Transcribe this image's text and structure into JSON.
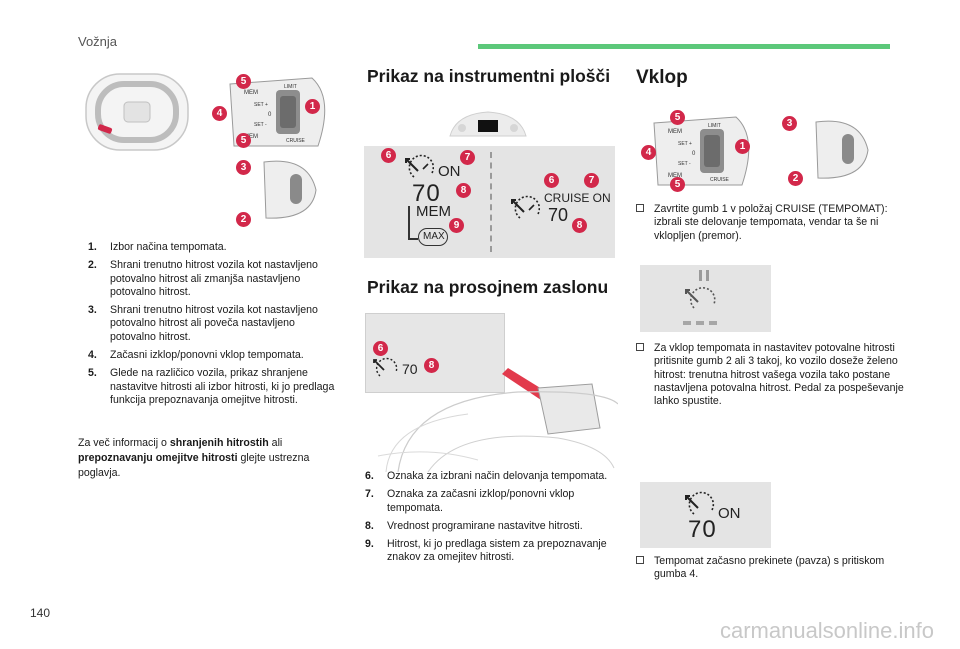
{
  "header": {
    "section": "Vožnja",
    "accent_color": "#5cc87a"
  },
  "page_number": "140",
  "watermark": "carmanualsonline.info",
  "badge_color": "#d2284a",
  "left": {
    "stalk_labels": {
      "mem": "MEM",
      "limit": "LIMIT",
      "set_plus": "SET +",
      "set_minus": "SET -",
      "cruise": "CRUISE",
      "zero": "0"
    },
    "callouts": [
      "5",
      "4",
      "1",
      "5",
      "3",
      "2"
    ],
    "items": [
      {
        "num": "1.",
        "text": "Izbor načina tempomata."
      },
      {
        "num": "2.",
        "text": "Shrani trenutno hitrost vozila kot nastavljeno potovalno hitrost ali zmanjša nastavljeno potovalno hitrost."
      },
      {
        "num": "3.",
        "text": "Shrani trenutno hitrost vozila kot nastavljeno potovalno hitrost ali poveča nastavljeno potovalno hitrost."
      },
      {
        "num": "4.",
        "text": "Začasni izklop/ponovni vklop tempomata."
      },
      {
        "num": "5.",
        "text": "Glede na različico vozila, prikaz shranjene nastavitve hitrosti ali izbor hitrosti, ki jo predlaga funkcija prepoznavanja omejitve hitrosti."
      }
    ],
    "note": {
      "p1": "Za več informacij o ",
      "b1": "shranjenih hitrostih",
      "p2": " ali ",
      "b2": "prepoznavanju omejitve hitrosti",
      "p3": " glejte ustrezna poglavja."
    }
  },
  "middle": {
    "title_instrument": "Prikaz na instrumentni plošči",
    "title_hud": "Prikaz na prosojnem zaslonu",
    "display1": {
      "on": "ON",
      "speed": "70",
      "mem": "MEM",
      "max": "MAX"
    },
    "display2": {
      "cruise_on": "CRUISE ON",
      "speed": "70"
    },
    "hud": {
      "speed": "70"
    },
    "badges": [
      "6",
      "7",
      "8",
      "9",
      "6",
      "7",
      "8",
      "6",
      "8"
    ],
    "items": [
      {
        "num": "6.",
        "text": "Oznaka za izbrani način delovanja tempomata."
      },
      {
        "num": "7.",
        "text": "Oznaka za začasni izklop/ponovni vklop tempomata."
      },
      {
        "num": "8.",
        "text": "Vrednost programirane nastavitve hitrosti."
      },
      {
        "num": "9.",
        "text": "Hitrost, ki jo predlaga sistem za prepoznavanje znakov za omejitev hitrosti."
      }
    ]
  },
  "right": {
    "title": "Vklop",
    "callouts": [
      "5",
      "4",
      "1",
      "5",
      "3",
      "2"
    ],
    "bullet1": "Zavrtite gumb 1 v položaj CRUISE (TEMPOMAT): izbrali ste delovanje tempomata, vendar ta še ni vklopljen (premor).",
    "bullet2": "Za vklop tempomata in nastavitev potovalne hitrosti pritisnite gumb 2 ali 3 takoj, ko vozilo doseže želeno hitrost: trenutna hitrost vašega vozila tako postane nastavljena potovalna hitrost. Pedal za pospeševanje lahko spustite.",
    "bullet3": "Tempomat začasno prekinete (pavza) s pritiskom gumba 4.",
    "display_on": "ON",
    "display_speed": "70"
  }
}
